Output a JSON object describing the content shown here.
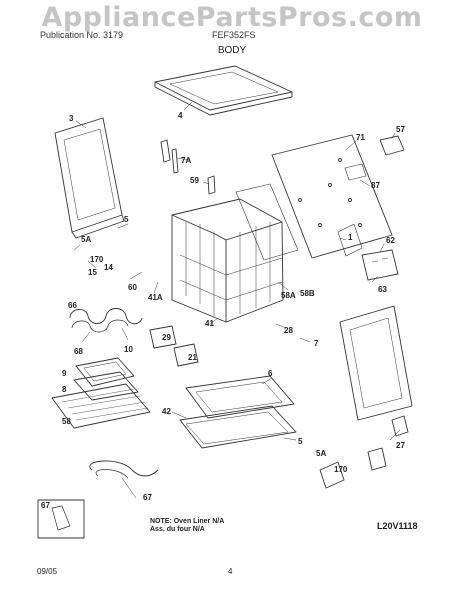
{
  "watermark": "AppliancePartsPros.com",
  "header": {
    "left": "Publication No. 3179",
    "right": "FEF352FS"
  },
  "section_title": "BODY",
  "callouts": [
    "4",
    "3",
    "71",
    "57",
    "7A",
    "59",
    "87",
    "5",
    "5A",
    "1",
    "62",
    "170",
    "15",
    "14",
    "60",
    "41A",
    "58A",
    "58B",
    "63",
    "66",
    "41",
    "28",
    "7",
    "29",
    "21",
    "68",
    "10",
    "9",
    "8",
    "6",
    "58",
    "42",
    "5",
    "5A",
    "170",
    "27",
    "67"
  ],
  "note": {
    "line1": "NOTE: Oven Liner N/A",
    "line2": "Ass. du four N/A"
  },
  "diagram_code": "L20V1118",
  "footer": {
    "date": "09/05",
    "page": "4"
  },
  "colors": {
    "line": "#333333",
    "watermark": "#969696"
  }
}
